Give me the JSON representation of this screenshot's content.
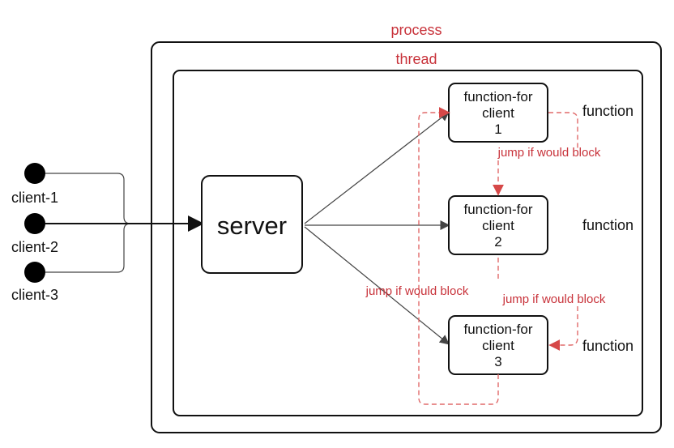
{
  "labels": {
    "process": "process",
    "thread": "thread",
    "server": "server"
  },
  "clients": [
    {
      "label": "client-1"
    },
    {
      "label": "client-2"
    },
    {
      "label": "client-3"
    }
  ],
  "functions": [
    {
      "line1": "function-for",
      "line2": "client",
      "line3": "1",
      "side_label": "function"
    },
    {
      "line1": "function-for",
      "line2": "client",
      "line3": "2",
      "side_label": "function"
    },
    {
      "line1": "function-for",
      "line2": "client",
      "line3": "3",
      "side_label": "function"
    }
  ],
  "jump_labels": [
    "jump if would block",
    "jump if would block",
    "jump if would block"
  ],
  "colors": {
    "red": "#c8323a",
    "dashed_red": "#e06a6a",
    "black": "#111111"
  }
}
